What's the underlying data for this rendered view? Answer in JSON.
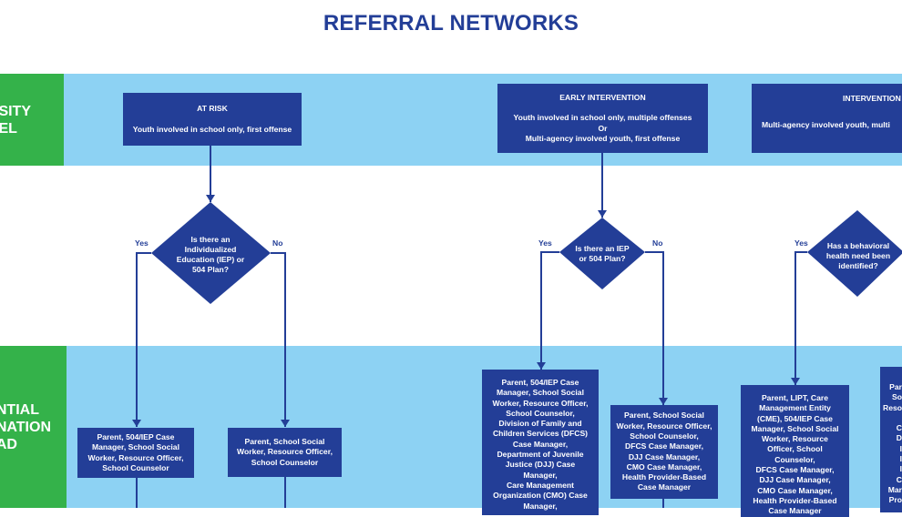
{
  "title": "REFERRAL NETWORKS",
  "colors": {
    "primary_navy": "#233e97",
    "band_blue": "#8dd2f3",
    "lane_green": "#34b24a",
    "white": "#ffffff"
  },
  "lanes": {
    "top_label": "SITY\nEL",
    "bottom_label": "NTIAL\nNATION\nAD"
  },
  "levels": [
    {
      "header": "AT RISK",
      "description": "Youth involved in school only, first offense"
    },
    {
      "header": "EARLY INTERVENTION",
      "description": "Youth involved in school only, multiple offenses\nOr\nMulti-agency involved youth, first offense"
    },
    {
      "header": "INTERVENTION",
      "description": "Multi-agency involved youth, multi"
    }
  ],
  "decisions": [
    {
      "question": "Is there an\nIndividualized\nEducation (IEP) or\n504 Plan?",
      "yes_label": "Yes",
      "no_label": "No"
    },
    {
      "question": "Is there an IEP\nor 504 Plan?",
      "yes_label": "Yes",
      "no_label": "No"
    },
    {
      "question": "Has a behavioral\nhealth need been\nidentified?",
      "yes_label": "Yes"
    }
  ],
  "outcomes": [
    {
      "text": "Parent, 504/IEP Case\nManager, School Social\nWorker, Resource Officer,\nSchool Counselor"
    },
    {
      "text": "Parent, School Social\nWorker, Resource Officer,\nSchool Counselor"
    },
    {
      "text": "Parent, 504/IEP Case\nManager, School Social\nWorker, Resource Officer,\nSchool Counselor,\nDivision of Family and\nChildren Services (DFCS)\nCase Manager,\nDepartment of Juvenile\nJustice (DJJ) Case\nManager,\nCare Management\nOrganization (CMO) Case\nManager,"
    },
    {
      "text": "Parent, School Social\nWorker, Resource Officer,\nSchool Counselor,\nDFCS Case Manager,\nDJJ Case Manager,\nCMO Case Manager,\nHealth Provider-Based\nCase Manager"
    },
    {
      "text": "Parent, LIPT, Care\nManagement Entity\n(CME), 504/IEP Case\nManager, School Social\nWorker, Resource\nOfficer, School\nCounselor,\nDFCS Case Manager,\nDJJ Case Manager,\nCMO Case Manager,\nHealth Provider-Based\nCase Manager"
    },
    {
      "text": "Par\nSo\nReso\n\nC\nD\nI\nI\nI\nC\nMar\nPro"
    }
  ]
}
